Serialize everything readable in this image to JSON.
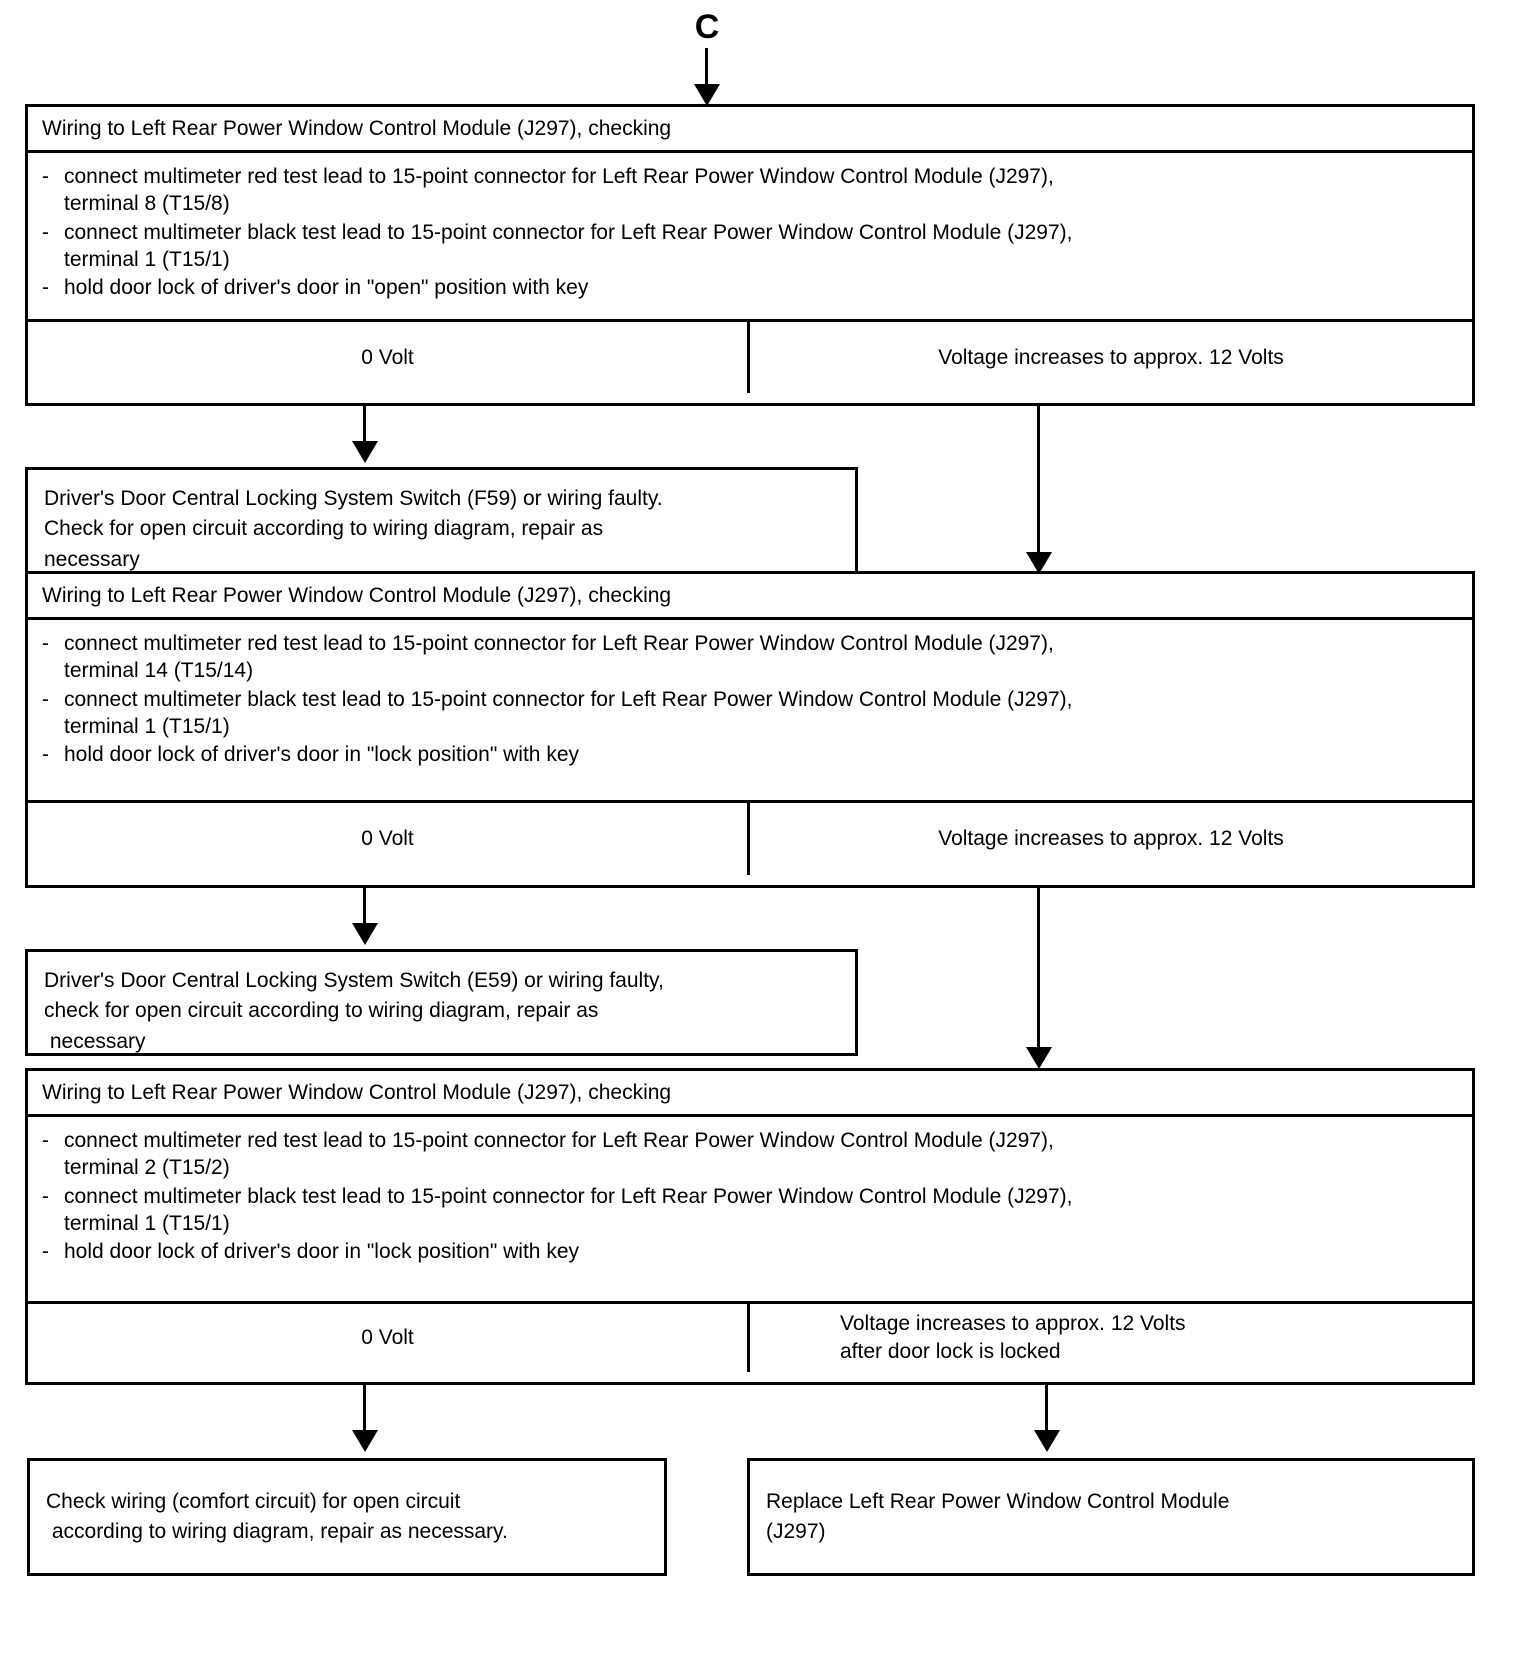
{
  "entry": {
    "label": "C"
  },
  "blocks": {
    "test1": {
      "title": "Wiring to Left Rear Power Window Control Module (J297), checking",
      "bullets": [
        {
          "dash": "-",
          "text": "connect multimeter red test lead to 15-point connector for Left Rear Power Window Control Module (J297),",
          "cont": "terminal 8 (T15/8)"
        },
        {
          "dash": "-",
          "text": "connect multimeter black test lead to 15-point connector for Left Rear Power Window Control Module (J297),",
          "cont": "terminal 1 (T15/1)"
        },
        {
          "dash": "-",
          "text": "hold door lock of driver's door in \"open\" position with key",
          "cont": ""
        }
      ],
      "result_left": "0 Volt",
      "result_right": "Voltage  increases to approx. 12 Volts",
      "result_right_line2": ""
    },
    "fault1": {
      "line1": "Driver's Door Central Locking System Switch (F59) or wiring faulty.",
      "line2": "Check for open circuit according to wiring diagram, repair as",
      "line3": "necessary"
    },
    "test2": {
      "title": "Wiring to Left Rear Power Window Control Module (J297), checking",
      "bullets": [
        {
          "dash": "-",
          "text": "connect multimeter red test lead to 15-point connector for Left Rear Power Window Control Module (J297),",
          "cont": "terminal 14 (T15/14)"
        },
        {
          "dash": "-",
          "text": "connect multimeter black test lead to 15-point connector for  Left Rear Power Window Control Module (J297),",
          "cont": "terminal 1 (T15/1)"
        },
        {
          "dash": "-",
          "text": "hold door lock of driver's door in \"lock position\" with key",
          "cont": ""
        }
      ],
      "result_left": "0 Volt",
      "result_right": "Voltage increases to approx. 12 Volts",
      "result_right_line2": ""
    },
    "fault2": {
      "line1": "Driver's Door Central Locking System Switch (E59) or wiring faulty,",
      "line2": "check for open circuit according to wiring diagram, repair as",
      "line3": " necessary"
    },
    "test3": {
      "title": "Wiring to Left Rear Power Window Control Module (J297), checking",
      "bullets": [
        {
          "dash": "-",
          "text": "connect multimeter red test lead to 15-point connector for Left Rear Power Window Control Module (J297),",
          "cont": "terminal 2 (T15/2)"
        },
        {
          "dash": "-",
          "text": "connect multimeter black test lead to 15-point connector for Left Rear Power Window Control Module (J297),",
          "cont": "terminal 1 (T15/1)"
        },
        {
          "dash": "-",
          "text": "hold door lock of driver's door in \"lock position\" with key",
          "cont": ""
        }
      ],
      "result_left": "0 Volt",
      "result_right": "Voltage increases to approx. 12 Volts",
      "result_right_line2": "after door lock is locked"
    },
    "outcome_left": {
      "line1": "Check wiring (comfort circuit) for open circuit",
      "line2": " according to wiring diagram, repair as necessary."
    },
    "outcome_right": {
      "line1": "Replace Left Rear Power Window Control Module",
      "line2": "(J297)"
    }
  },
  "colors": {
    "ink": "#000000",
    "paper": "#ffffff"
  }
}
